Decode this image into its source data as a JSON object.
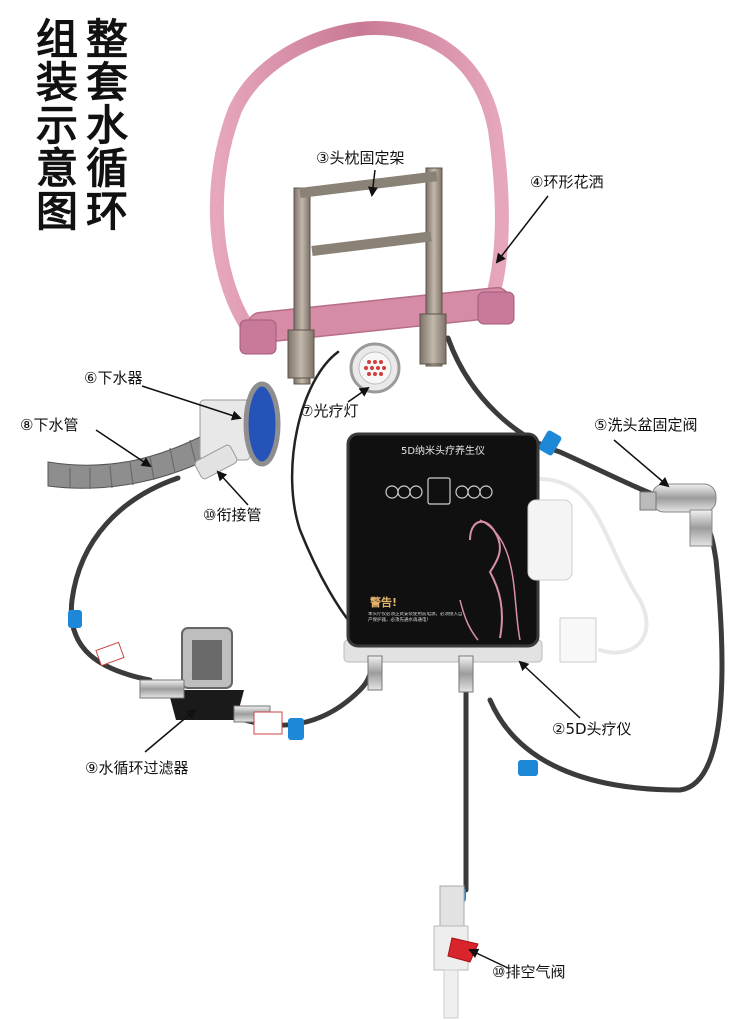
{
  "title": {
    "col1": "组装示意图",
    "col2": "整套水循环"
  },
  "labels": {
    "headrest_frame": "③头枕固定架",
    "ring_shower": "④环形花洒",
    "drain": "⑥下水器",
    "light_therapy": "⑦光疗灯",
    "drain_pipe": "⑧下水管",
    "basin_valve": "⑤洗头盆固定阀",
    "connector_pipe": "⑩衔接管",
    "therapy_device": "②5D头疗仪",
    "filter": "⑨水循环过滤器",
    "air_valve": "⑩排空气阀"
  },
  "device": {
    "header": "5D纳米头疗养生仪",
    "warning_title": "警告!",
    "warning_body": "本头疗仪必须正式安装使用前电源，必须接入自产保护器，必须先通水再通电！"
  },
  "colors": {
    "pink_frame": "#d68ca6",
    "steel": "#9a8f82",
    "hose": "#3a3a3a",
    "blue_clip": "#1e88d8",
    "device_body": "#101010",
    "red_valve": "#d9232d"
  }
}
